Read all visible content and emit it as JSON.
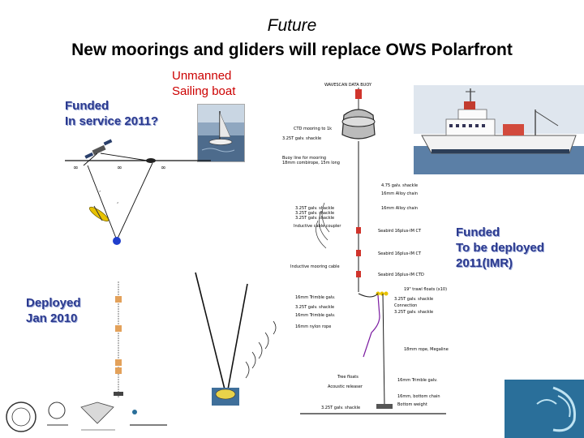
{
  "title": {
    "line1": "Future",
    "line2": "New moorings and gliders will replace OWS Polarfront"
  },
  "labels": {
    "unmanned_line1": "Unmanned",
    "unmanned_line2": "Sailing boat",
    "funded_service_line1": "Funded",
    "funded_service_line2": "In service 2011?",
    "funded_deploy_line1": "Funded",
    "funded_deploy_line2": "To be deployed",
    "funded_deploy_line3": "2011(IMR)",
    "deployed_line1": "Deployed",
    "deployed_line2": "Jan 2010"
  },
  "colors": {
    "red_text": "#cc0000",
    "blue_text": "#2b3a8f",
    "mooring_line": "#1a1a1a",
    "glider_yellow": "#e8c200",
    "float_blue": "#1f3ecc",
    "buoy_red": "#d0342c",
    "ship_white": "#f2f2f2",
    "sea_blue": "#5b7fa6",
    "logo_teal": "#2a6f9a"
  },
  "icons": {
    "satellite": "satellite-icon",
    "glider": "glider-icon",
    "profiling_float": "profiling-float-icon",
    "surface_buoy": "surface-buoy-icon",
    "research_ship": "research-ship-icon",
    "seabed_instrument": "seabed-instrument-icon"
  }
}
